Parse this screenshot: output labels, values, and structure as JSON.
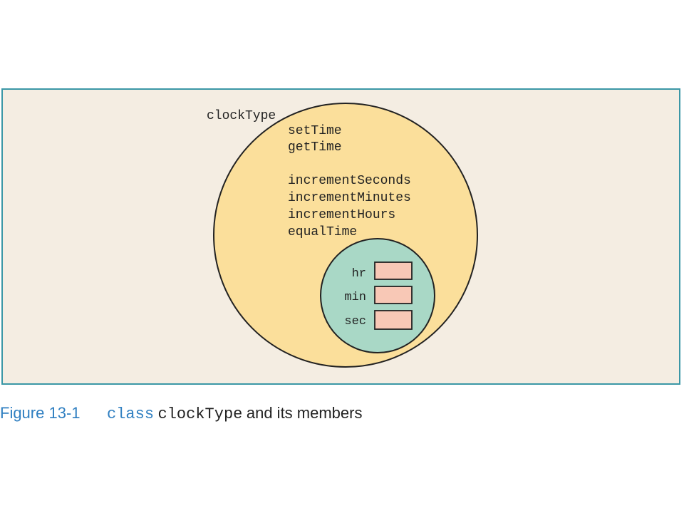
{
  "diagram": {
    "class_name": "clockType",
    "member_functions": [
      "setTime",
      "getTime",
      "incrementSeconds",
      "incrementMinutes",
      "incrementHours",
      "equalTime"
    ],
    "member_variables": [
      "hr",
      "min",
      "sec"
    ],
    "colors": {
      "panel_background": "#f4ede2",
      "panel_border": "#3b97a6",
      "outer_circle_fill": "#fbdf9b",
      "inner_circle_fill": "#a9d8c6",
      "variable_box_fill": "#f8c8b6"
    }
  },
  "caption": {
    "figure_label": "Figure 13-1",
    "keyword": "class",
    "code": "clockType",
    "text": "and its members"
  }
}
